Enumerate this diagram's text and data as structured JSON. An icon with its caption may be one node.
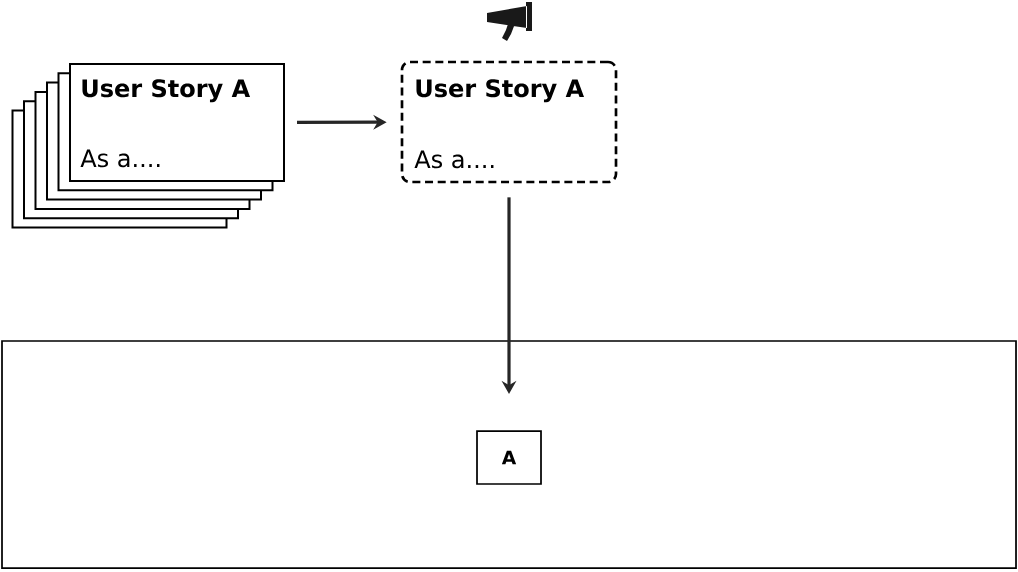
{
  "diagram": {
    "nodes": [
      {
        "text": [
          "User Story A",
          "As a...."
        ]
      },
      {
        "text": [
          "User Story A",
          "As a...."
        ]
      },
      {
        "text": [],
        "shape": "box"
      },
      {
        "text": [
          "A"
        ],
        "in": 2
      }
    ],
    "edges": [
      {
        "from": 0,
        "to": 1,
        "arrow": "to"
      },
      {
        "from": 1,
        "to": 3,
        "arrow": "to"
      }
    ]
  }
}
